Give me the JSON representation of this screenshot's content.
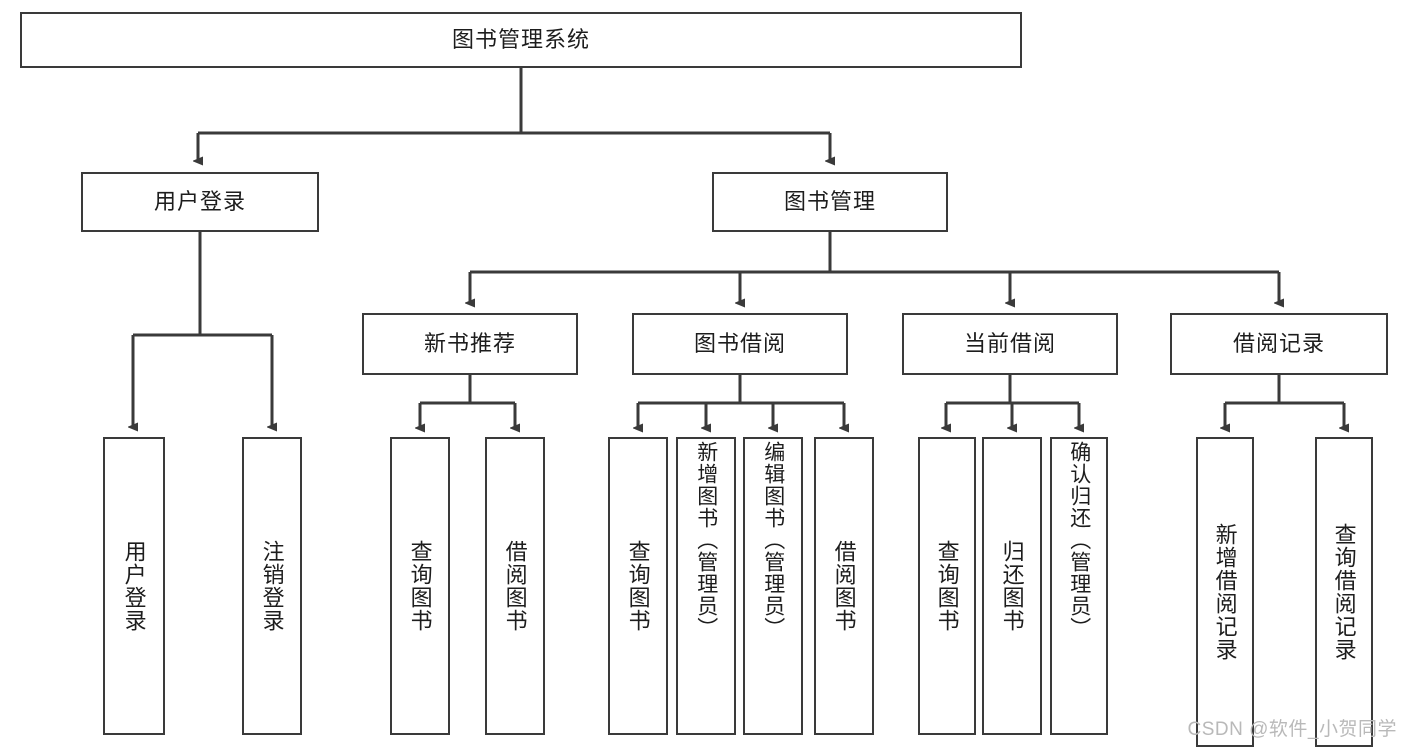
{
  "diagram": {
    "title_node": {
      "label": "图书管理系统"
    },
    "level2": [
      {
        "id": "user-login",
        "label": "用户登录"
      },
      {
        "id": "book-management",
        "label": "图书管理"
      }
    ],
    "level3": [
      {
        "id": "new-book-recommend",
        "label": "新书推荐"
      },
      {
        "id": "book-borrow",
        "label": "图书借阅"
      },
      {
        "id": "current-borrow",
        "label": "当前借阅"
      },
      {
        "id": "borrow-record",
        "label": "借阅记录"
      }
    ],
    "leaves": [
      {
        "id": "leaf-user-login",
        "label": "用户登录",
        "parent": "用户登录"
      },
      {
        "id": "leaf-logout-login",
        "label": "注销登录",
        "parent": "用户登录"
      },
      {
        "id": "leaf-query-book-1",
        "label": "查询图书",
        "parent": "新书推荐"
      },
      {
        "id": "leaf-borrow-book-1",
        "label": "借阅图书",
        "parent": "新书推荐"
      },
      {
        "id": "leaf-query-book-2",
        "label": "查询图书",
        "parent": "图书借阅"
      },
      {
        "id": "leaf-add-book",
        "label": "新增图书（管理员）",
        "parent": "图书借阅"
      },
      {
        "id": "leaf-edit-book",
        "label": "编辑图书（管理员）",
        "parent": "图书借阅"
      },
      {
        "id": "leaf-borrow-book-2",
        "label": "借阅图书",
        "parent": "图书借阅"
      },
      {
        "id": "leaf-query-book-3",
        "label": "查询图书",
        "parent": "当前借阅"
      },
      {
        "id": "leaf-return-book",
        "label": "归还图书",
        "parent": "当前借阅"
      },
      {
        "id": "leaf-confirm-return",
        "label": "确认归还（管理员）",
        "parent": "当前借阅"
      },
      {
        "id": "leaf-add-record",
        "label": "新增借阅记录",
        "parent": "借阅记录"
      },
      {
        "id": "leaf-query-record",
        "label": "查询借阅记录",
        "parent": "借阅记录"
      }
    ],
    "colors": {
      "stroke": "#3a3a3a",
      "background": "#ffffff",
      "text": "#1d1d1d",
      "watermark": "#b9b9b9"
    }
  },
  "watermark": {
    "text": "CSDN @软件_小贺同学"
  }
}
